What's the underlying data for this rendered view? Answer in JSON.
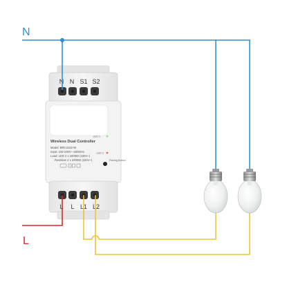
{
  "colors": {
    "neutral_wire": "#2e8fd0",
    "live_wire": "#d8262c",
    "load_wire": "#f1c232",
    "device_body": "#f1f1f1",
    "device_edge": "#cfcfcf",
    "terminal_screw": "#3a3a3a"
  },
  "lines": {
    "neutral": "N",
    "live": "L"
  },
  "device": {
    "top_terminals": [
      "N",
      "N",
      "S1",
      "S2"
    ],
    "bottom_terminals": [
      "L",
      "L",
      "L1",
      "L2"
    ],
    "title": "Wireless Dual Controller",
    "specs": [
      "Model: BRC2102-W",
      "Input: 100-240V~ 50/60Hz",
      "Load: LED 2 x 1000W (220V~)",
      "Resistive 2 x 2200W (230V~)"
    ],
    "indicator_1": "LED 1",
    "indicator_2": "LED 2",
    "pairing_label": "Pairing Button"
  },
  "loads": {
    "icons": [
      "light-bulb-icon",
      "light-bulb-icon"
    ]
  }
}
